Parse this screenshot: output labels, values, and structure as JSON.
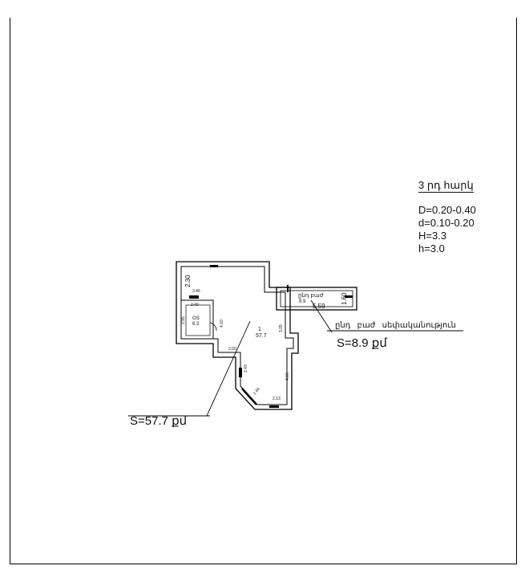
{
  "legend": {
    "title": "3 րդ հարկ",
    "lines": [
      "D=0.20-0.40",
      "d=0.10-0.20",
      "H=3.3",
      "h=3.0"
    ]
  },
  "balcony": {
    "room_label": "ընդ բաժ",
    "area": "8.9",
    "width_dim": "5.59",
    "depth_dim": "1.60",
    "ownership_label": "ընդ   բաժ   սեփականություն",
    "total_area": "S=8.9 քմ"
  },
  "apartment": {
    "room_number": "1",
    "room_area": "57.7",
    "total_area": "S=57.7 քմ",
    "dims": {
      "top_left_vertical": "2.30",
      "top_left_horizontal": "3.46",
      "side_room_width": "2.40",
      "side_room_height": "2.95",
      "inner_vertical": "4.10",
      "lower_step": "2.00",
      "right_wall_upper": "3.05",
      "right_wall_lower": "4.00",
      "diagonal_upper": "2.43",
      "diagonal_lower": "1.66",
      "bottom_wall": "2.13"
    }
  },
  "side_room": {
    "room_label": "ՕՏ",
    "area": "6.3"
  }
}
